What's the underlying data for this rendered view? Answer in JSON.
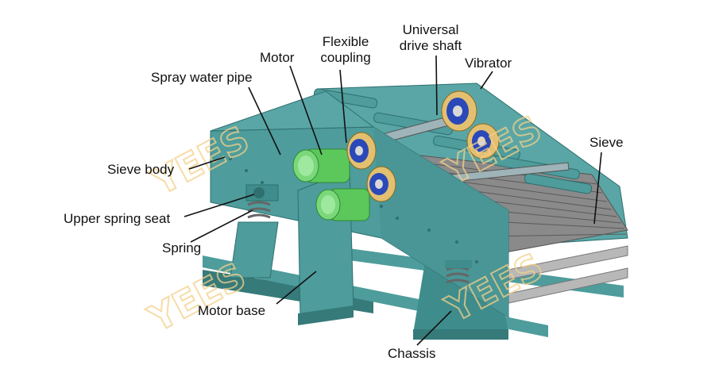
{
  "labels": {
    "spray_water_pipe": "Spray water pipe",
    "motor": "Motor",
    "flexible_coupling_line1": "Flexible",
    "flexible_coupling_line2": "coupling",
    "universal_drive_shaft_line1": "Universal",
    "universal_drive_shaft_line2": "drive shaft",
    "vibrator": "Vibrator",
    "sieve": "Sieve",
    "sieve_body": "Sieve body",
    "upper_spring_seat": "Upper spring seat",
    "spring": "Spring",
    "motor_base": "Motor base",
    "chassis": "Chassis"
  },
  "watermark": "YEES",
  "colors": {
    "body": "#4e9c9c",
    "body_dark": "#367a7a",
    "body_light": "#76bcbc",
    "motor": "#5cc85c",
    "motor_dark": "#2f8a2f",
    "coupling_blue": "#2a48b8",
    "coupling_gold": "#e3c070",
    "sieve_grey": "#8a8a8a",
    "rail_grey": "#b8b8b8",
    "watermark": "#f3d08a",
    "leader": "#111111"
  }
}
